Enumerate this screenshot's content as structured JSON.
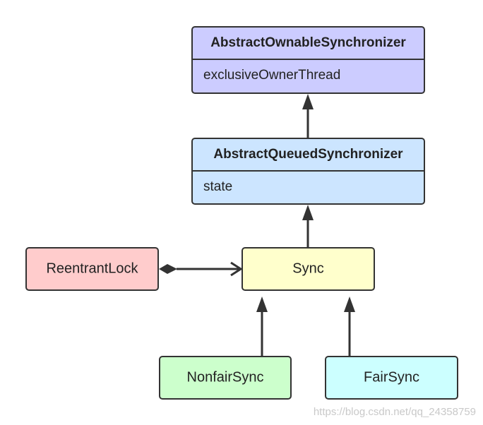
{
  "aos": {
    "name": "AbstractOwnableSynchronizer",
    "field": "exclusiveOwnerThread",
    "color": "#ccccff"
  },
  "aqs": {
    "name": "AbstractQueuedSynchronizer",
    "field": "state",
    "color": "#cce5ff"
  },
  "reentrant": {
    "label": "ReentrantLock",
    "color": "#ffcccc"
  },
  "sync": {
    "label": "Sync",
    "color": "#ffffcc"
  },
  "nonfair": {
    "label": "NonfairSync",
    "color": "#ccffcc"
  },
  "fair": {
    "label": "FairSync",
    "color": "#ccffff"
  },
  "watermark": "https://blog.csdn.net/qq_24358759"
}
